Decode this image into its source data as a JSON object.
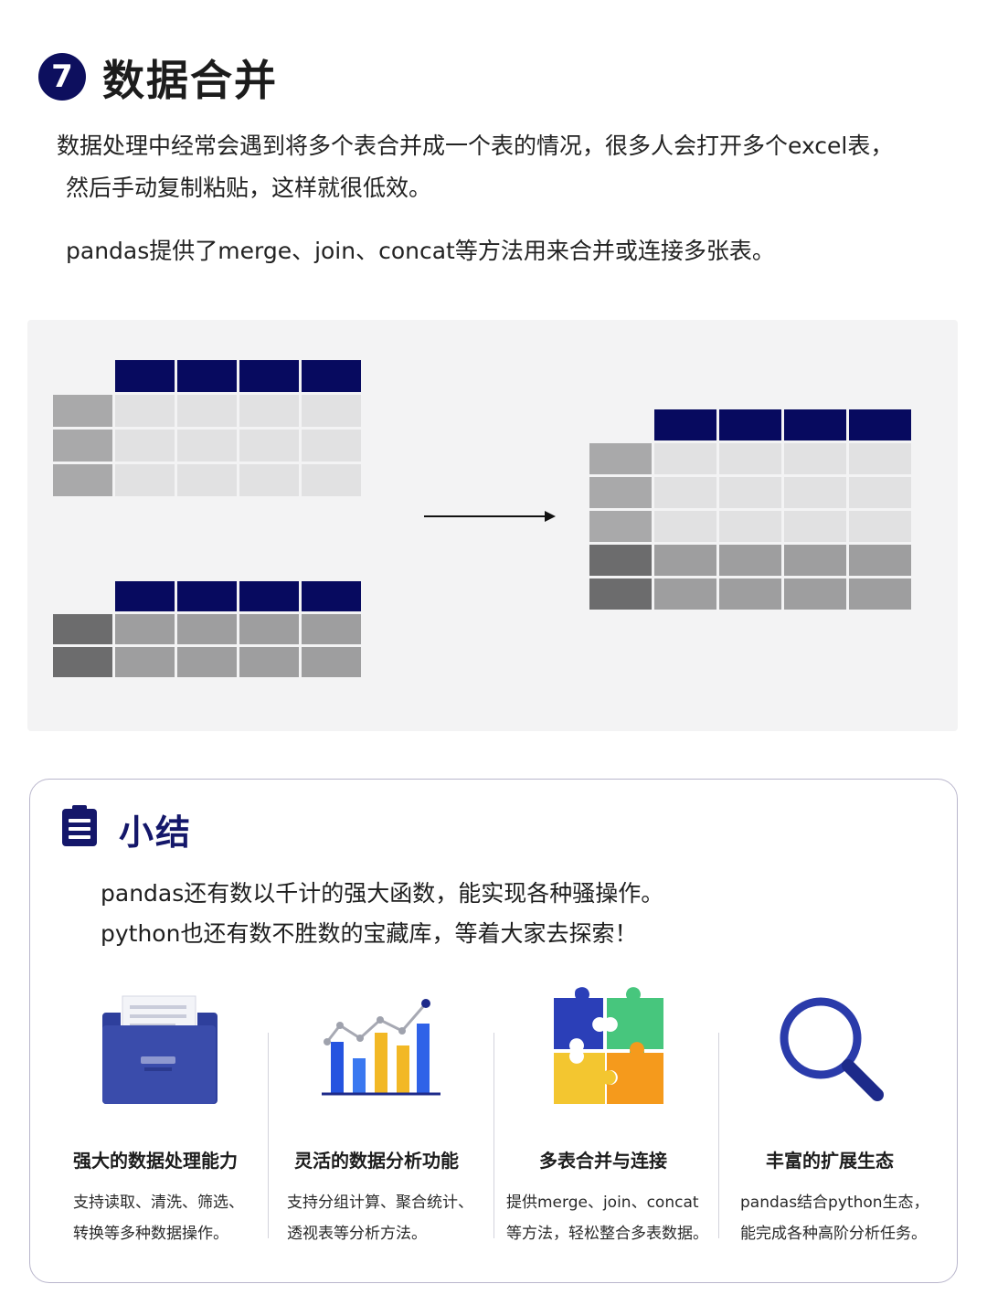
{
  "header": {
    "number": "7",
    "title": "数据合并"
  },
  "intro": {
    "line1": "数据处理中经常会遇到将多个表合并成一个表的情况，很多人会打开多个excel表，",
    "line2": "然后手动复制粘贴，这样就很低效。",
    "line3": "pandas提供了merge、join、concat等方法用来合并或连接多张表。"
  },
  "colors": {
    "header_navy": "#070a5f",
    "accent": "#14176a"
  },
  "summary": {
    "title": "小结",
    "line1": "pandas还有数以千计的强大函数，能实现各种骚操作。",
    "line2": "python也还有数不胜数的宝藏库，等着大家去探索！",
    "features": [
      {
        "icon": "file-cabinet-icon",
        "title": "强大的数据处理能力",
        "desc1": "支持读取、清洗、筛选、",
        "desc2": "转换等多种数据操作。"
      },
      {
        "icon": "bar-chart-icon",
        "title": "灵活的数据分析功能",
        "desc1": "支持分组计算、聚合统计、",
        "desc2": "透视表等分析方法。"
      },
      {
        "icon": "puzzle-icon",
        "title": "多表合并与连接",
        "desc1": "提供merge、join、concat",
        "desc2": "等方法，轻松整合多表数据。"
      },
      {
        "icon": "magnifier-icon",
        "title": "丰富的扩展生态",
        "desc1": "pandas结合python生态，",
        "desc2": "能完成各种高阶分析任务。"
      }
    ]
  }
}
